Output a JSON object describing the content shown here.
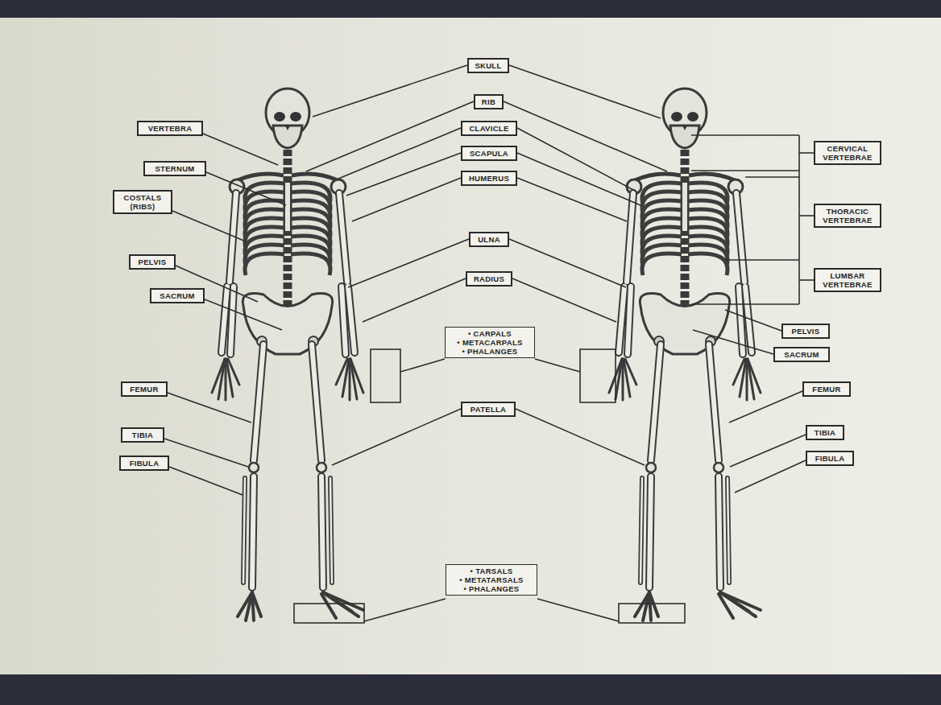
{
  "diagram": {
    "nodes": [
      {
        "text": [
          "SKULL"
        ]
      },
      {
        "text": [
          "RIB"
        ]
      },
      {
        "text": [
          "VERTEBRA"
        ]
      },
      {
        "text": [
          "CLAVICLE"
        ]
      },
      {
        "text": [
          "CERVICAL VERTEBRAE"
        ]
      },
      {
        "text": [
          "SCAPULA"
        ]
      },
      {
        "text": [
          "STERNUM"
        ]
      },
      {
        "text": [
          "HUMERUS"
        ]
      },
      {
        "text": [
          "COSTALS (RIBS)"
        ]
      },
      {
        "text": [
          "THORACIC VERTEBRAE"
        ]
      },
      {
        "text": [
          "ULNA"
        ]
      },
      {
        "text": [
          "PELVIS"
        ]
      },
      {
        "text": [
          "LUMBAR VERTEBRAE"
        ]
      },
      {
        "text": [
          "RADIUS"
        ]
      },
      {
        "text": [
          "SACRUM"
        ]
      },
      {
        "text": [
          "• CARPALS",
          "• METACARPALS",
          "• PHALANGES"
        ]
      },
      {
        "text": [
          "PELVIS"
        ]
      },
      {
        "text": [
          "SACRUM"
        ]
      },
      {
        "text": [
          "FEMUR"
        ]
      },
      {
        "text": [
          "FEMUR"
        ]
      },
      {
        "text": [
          "PATELLA"
        ]
      },
      {
        "text": [
          "TIBIA"
        ]
      },
      {
        "text": [
          "TIBIA"
        ]
      },
      {
        "text": [
          "FIBULA"
        ]
      },
      {
        "text": [
          "FIBULA"
        ]
      },
      {
        "text": [
          "• TARSALS",
          "• METATARSALS",
          "• PHALANGES"
        ]
      }
    ]
  }
}
